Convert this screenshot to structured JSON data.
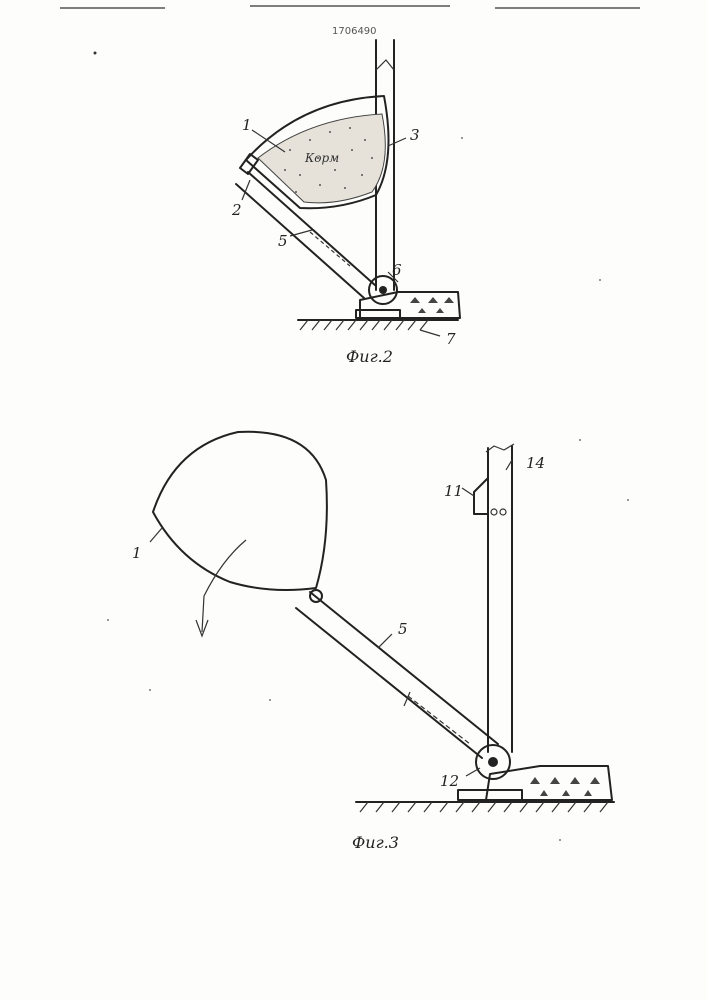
{
  "document": {
    "patent_number": "1706490"
  },
  "figures": [
    {
      "caption": "Фиг.2",
      "inner_text": "Корм",
      "labels": [
        "1",
        "2",
        "3",
        "5",
        "6",
        "7"
      ]
    },
    {
      "caption": "Фиг.3",
      "labels": [
        "1",
        "5",
        "11",
        "12",
        "14"
      ]
    }
  ],
  "colors": {
    "ink": "#222222",
    "paper": "#fdfdfb"
  }
}
